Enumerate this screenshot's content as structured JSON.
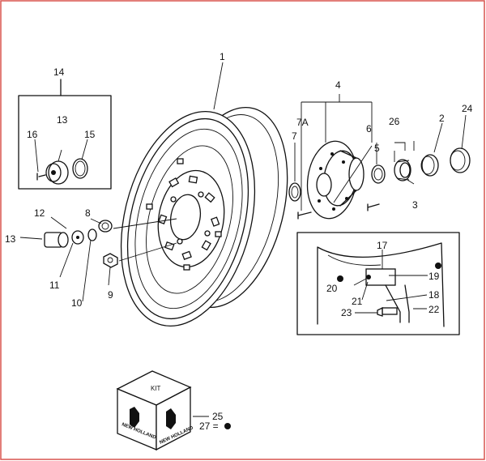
{
  "diagram": {
    "callouts": {
      "c1": "1",
      "c2": "2",
      "c3": "3",
      "c4": "4",
      "c5": "5",
      "c6": "6",
      "c7": "7",
      "c7a": "7A",
      "c8": "8",
      "c9": "9",
      "c10": "10",
      "c11": "11",
      "c12": "12",
      "c13_left": "13",
      "c13_box": "13",
      "c14": "14",
      "c15": "15",
      "c16": "16",
      "c17": "17",
      "c18": "18",
      "c19": "19",
      "c20": "20",
      "c21": "21",
      "c22": "22",
      "c23": "23",
      "c24": "24",
      "c25": "25",
      "c26": "26"
    },
    "kit": {
      "label": "KIT",
      "brand_left": "NEW HOLLAND",
      "brand_right": "NEW HOLLAND",
      "legend_text": "27 ="
    }
  }
}
